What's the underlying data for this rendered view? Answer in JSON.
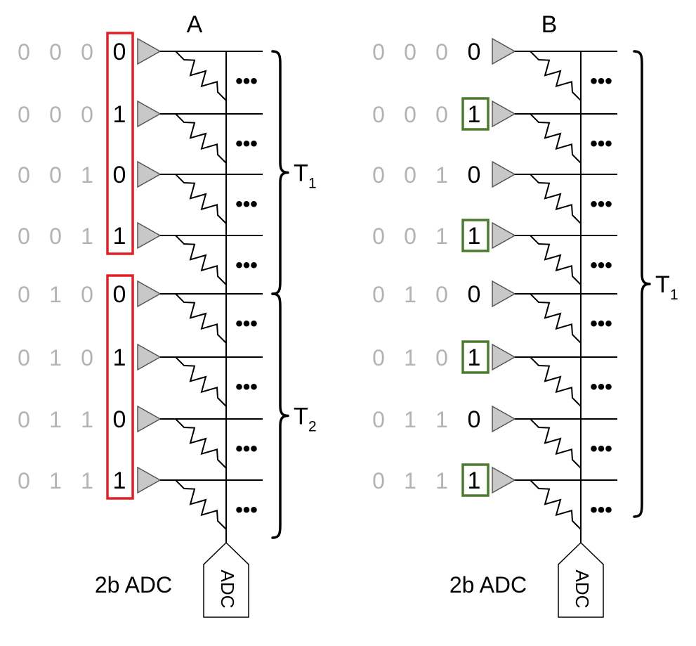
{
  "panels": [
    {
      "id": "A",
      "title": "A",
      "row_prefixes": [
        [
          "0",
          "0",
          "0"
        ],
        [
          "0",
          "0",
          "0"
        ],
        [
          "0",
          "0",
          "1"
        ],
        [
          "0",
          "0",
          "1"
        ],
        [
          "0",
          "1",
          "0"
        ],
        [
          "0",
          "1",
          "0"
        ],
        [
          "0",
          "1",
          "1"
        ],
        [
          "0",
          "1",
          "1"
        ]
      ],
      "input_bits": [
        "0",
        "1",
        "0",
        "1",
        "0",
        "1",
        "0",
        "1"
      ],
      "highlight": {
        "style": "red",
        "groups": [
          [
            0,
            3
          ],
          [
            4,
            7
          ]
        ]
      },
      "braces": [
        {
          "label": "T",
          "sub": "1",
          "rows": [
            0,
            3
          ]
        },
        {
          "label": "T",
          "sub": "2",
          "rows": [
            4,
            7
          ]
        }
      ],
      "continuation": "•••",
      "adc_label": "2b ADC",
      "adc_box_text": "ADC"
    },
    {
      "id": "B",
      "title": "B",
      "row_prefixes": [
        [
          "0",
          "0",
          "0"
        ],
        [
          "0",
          "0",
          "0"
        ],
        [
          "0",
          "0",
          "1"
        ],
        [
          "0",
          "0",
          "1"
        ],
        [
          "0",
          "1",
          "0"
        ],
        [
          "0",
          "1",
          "0"
        ],
        [
          "0",
          "1",
          "1"
        ],
        [
          "0",
          "1",
          "1"
        ]
      ],
      "input_bits": [
        "0",
        "1",
        "0",
        "1",
        "0",
        "1",
        "0",
        "1"
      ],
      "highlight": {
        "style": "green",
        "rows": [
          1,
          3,
          5,
          7
        ]
      },
      "braces": [
        {
          "label": "T",
          "sub": "1",
          "rows": [
            0,
            7
          ]
        }
      ],
      "continuation": "•••",
      "adc_label": "2b ADC",
      "adc_box_text": "ADC"
    }
  ],
  "colors": {
    "prefix_bits": "#b3b3b3",
    "input_bits": "#000000",
    "red_box": "#e31e24",
    "green_box": "#4a7a2b",
    "buffer_fill": "#c8c8c8"
  }
}
